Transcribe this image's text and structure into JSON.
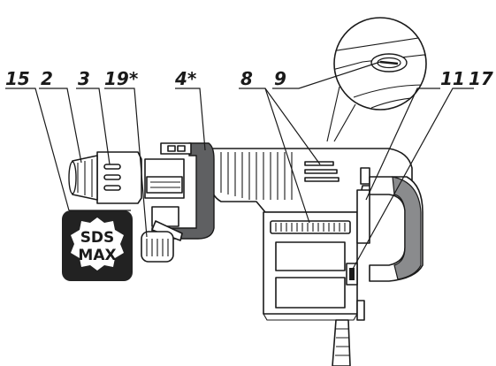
{
  "callouts": {
    "c15": "15",
    "c2": "2",
    "c3": "3",
    "c19": "19*",
    "c4": "4*",
    "c8": "8",
    "c9": "9",
    "c11": "11",
    "c17": "17"
  },
  "badge": {
    "line1": "SDS",
    "line2": "MAX",
    "fill_color": "#222222"
  },
  "colors": {
    "outline": "#1a1a1a",
    "grip": "#5f6062",
    "background": "#ffffff"
  }
}
